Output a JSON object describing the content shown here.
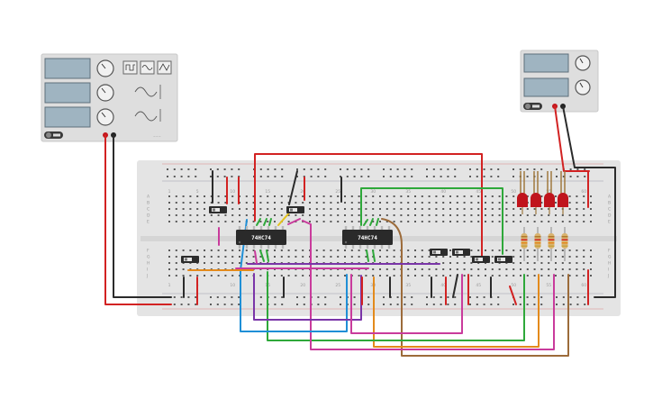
{
  "canvas": {
    "background": "#ffffff"
  },
  "breadboard": {
    "body_color": "#e4e4e4",
    "column_numbers": [
      "1",
      "5",
      "10",
      "15",
      "20",
      "25",
      "30",
      "35",
      "40",
      "45",
      "50",
      "55",
      "60"
    ],
    "row_letters_top": [
      "A",
      "B",
      "C",
      "D",
      "E"
    ],
    "row_letters_bottom": [
      "F",
      "G",
      "H",
      "I",
      "J"
    ]
  },
  "function_generator": {
    "power_button": "power-toggle",
    "waveforms": [
      "square-wave-icon",
      "sine-wave-icon",
      "triangle-wave-icon"
    ]
  },
  "power_supply": {
    "power_button": "power-toggle"
  },
  "chips": [
    {
      "label": "74HC74"
    },
    {
      "label": "74HC74"
    }
  ],
  "leds": {
    "count": 4,
    "color": "#c0141c"
  },
  "resistors": {
    "count": 4
  },
  "colors": {
    "red": "#d22222",
    "black": "#2b2b2b",
    "blue": "#1f8fd6",
    "green": "#2ea83a",
    "purple": "#7a35a8",
    "magenta": "#c93b9c",
    "orange": "#e38a1c",
    "brown": "#9c6b3a",
    "yellow": "#e4c21c"
  }
}
